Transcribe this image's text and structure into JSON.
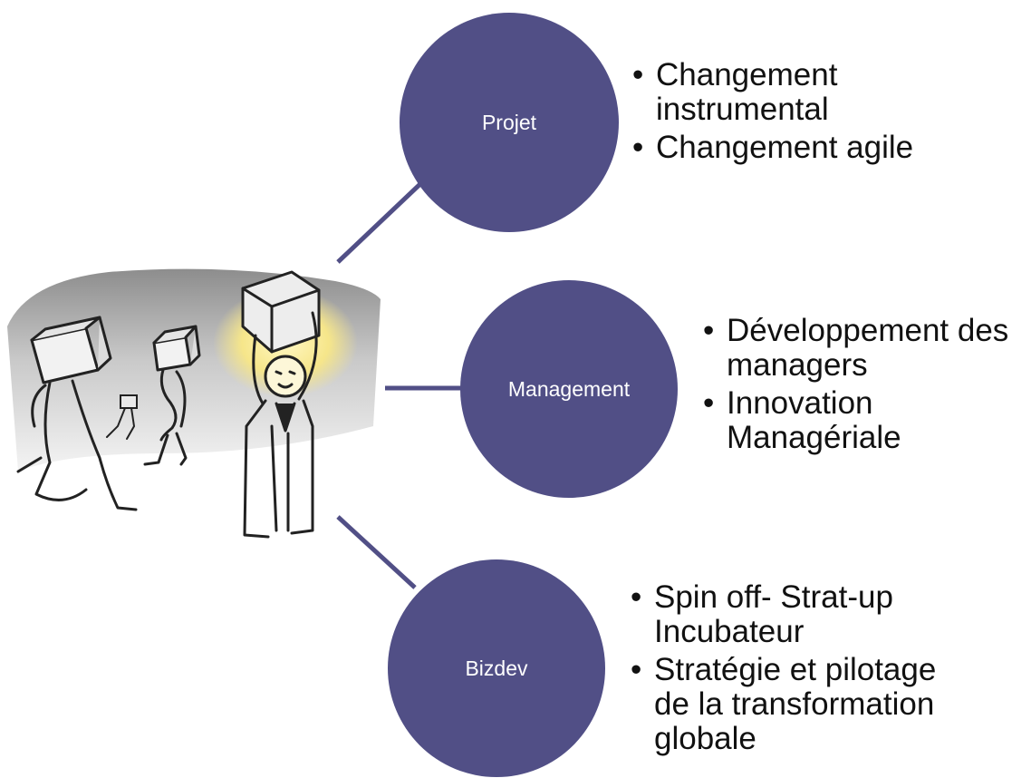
{
  "colors": {
    "node_fill": "#514f86",
    "connector": "#514f86",
    "node_text": "#ffffff",
    "bullet_text": "#111111"
  },
  "illustration": {
    "icon": "people-carrying-boxes-icon"
  },
  "nodes": [
    {
      "label": "Projet",
      "bullets": [
        "Changement instrumental",
        "Changement agile"
      ]
    },
    {
      "label": "Management",
      "bullets": [
        "Développement des managers",
        "Innovation Managériale"
      ]
    },
    {
      "label": "Bizdev",
      "bullets": [
        "Spin off- Strat-up Incubateur",
        "Stratégie et pilotage de la transformation globale"
      ]
    }
  ]
}
